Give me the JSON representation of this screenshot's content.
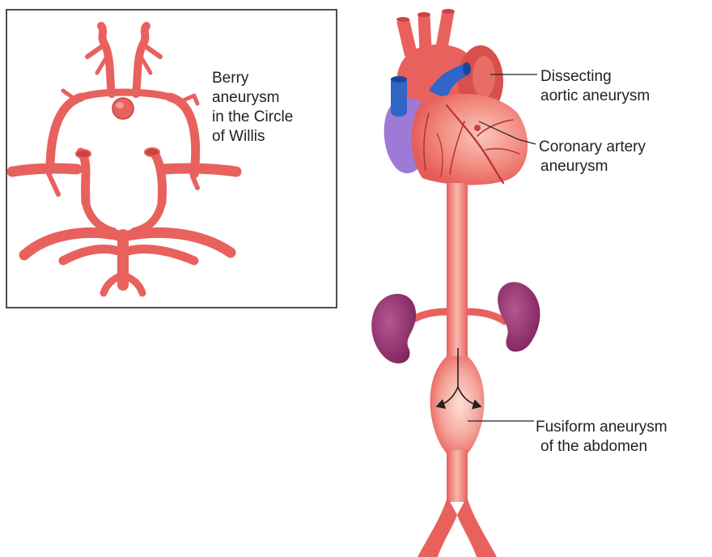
{
  "labels": {
    "berry": [
      "Berry",
      "aneurysm",
      "in the Circle",
      "of Willis"
    ],
    "dissecting": [
      "Dissecting",
      "aortic aneurysm"
    ],
    "coronary": [
      "Coronary artery",
      "aneurysm"
    ],
    "fusiform": [
      "Fusiform aneurysm",
      "of the abdomen"
    ]
  },
  "colors": {
    "artery": "#e8615d",
    "artery_dark": "#c9433f",
    "artery_light": "#f7b3a8",
    "vein": "#2f66c8",
    "atrium": "#9c7ad6",
    "kidney": "#8d2e6a",
    "outline": "#222222"
  }
}
